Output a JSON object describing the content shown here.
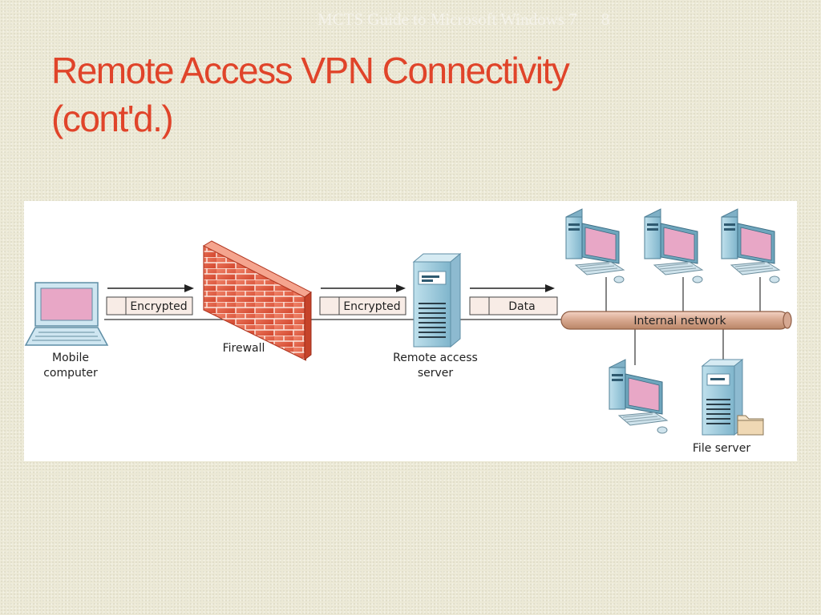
{
  "header": {
    "course": "MCTS Guide to Microsoft Windows 7",
    "page_number": "8"
  },
  "title": {
    "line1": "Remote Access VPN Connectivity",
    "line2": "(cont'd.)"
  },
  "diagram": {
    "nodes": {
      "mobile_line1": "Mobile",
      "mobile_line2": "computer",
      "firewall": "Firewall",
      "ras_line1": "Remote access",
      "ras_line2": "server",
      "internal_network": "Internal network",
      "file_server": "File server"
    },
    "packets": {
      "p1": "Encrypted",
      "p2": "Encrypted",
      "p3": "Data"
    }
  }
}
